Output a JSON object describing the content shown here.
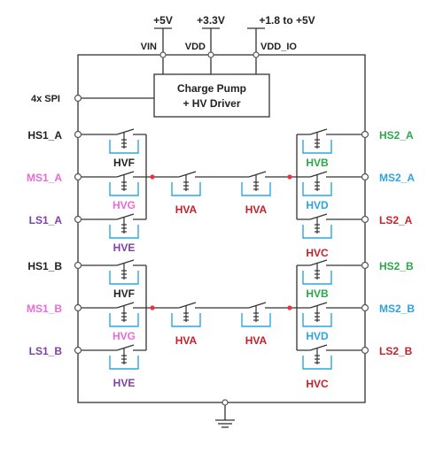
{
  "colors": {
    "wire": "#333333",
    "tub": "#29a8e0",
    "node": "#e8343a",
    "black_label": "#222222",
    "green": "#2aa84a",
    "magenta": "#e86bd8",
    "blue": "#2ea3df",
    "purple": "#7e3fa6",
    "red": "#c8202a"
  },
  "supplies": {
    "v5": "+5V",
    "v33": "+3.3V",
    "vio": "+1.8 to +5V"
  },
  "pins_top": {
    "vin": "VIN",
    "vdd": "VDD",
    "vddio": "VDD_IO"
  },
  "charge_pump": {
    "line1": "Charge Pump",
    "line2": "+ HV Driver"
  },
  "spi_label": "4x SPI",
  "left_pins": {
    "hs1_a": "HS1_A",
    "ms1_a": "MS1_A",
    "ls1_a": "LS1_A",
    "hs1_b": "HS1_B",
    "ms1_b": "MS1_B",
    "ls1_b": "LS1_B"
  },
  "right_pins": {
    "hs2_a": "HS2_A",
    "ms2_a": "MS2_A",
    "ls2_a": "LS2_A",
    "hs2_b": "HS2_B",
    "ms2_b": "MS2_B",
    "ls2_b": "LS2_B"
  },
  "switch_labels": {
    "hvf_a": "HVF",
    "hvg_a": "HVG",
    "hve_a": "HVE",
    "hva_a1": "HVA",
    "hva_a2": "HVA",
    "hvb_a": "HVB",
    "hvd_a": "HVD",
    "hvc_a": "HVC",
    "hvf_b": "HVF",
    "hvg_b": "HVG",
    "hve_b": "HVE",
    "hva_b1": "HVA",
    "hva_b2": "HVA",
    "hvb_b": "HVB",
    "hvd_b": "HVD",
    "hvc_b": "HVC"
  }
}
